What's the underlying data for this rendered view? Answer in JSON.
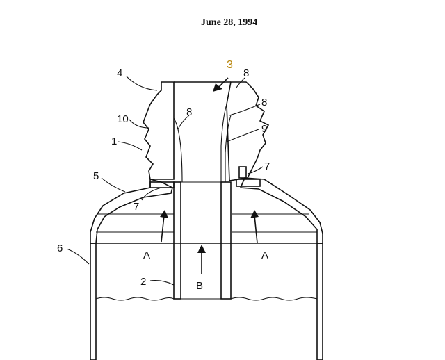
{
  "header": {
    "date": "June 28, 1994"
  },
  "labels": {
    "l1": "1",
    "l2": "2",
    "l3": "3",
    "l4": "4",
    "l5": "5",
    "l6": "6",
    "l7a": "7",
    "l7b": "7",
    "l8a": "8",
    "l8b": "8",
    "l8c": "8",
    "l9": "9",
    "l10": "10",
    "lA1": "A",
    "lA2": "A",
    "lB": "B"
  },
  "colors": {
    "ink": "#111111",
    "highlight": "#b8860b"
  }
}
